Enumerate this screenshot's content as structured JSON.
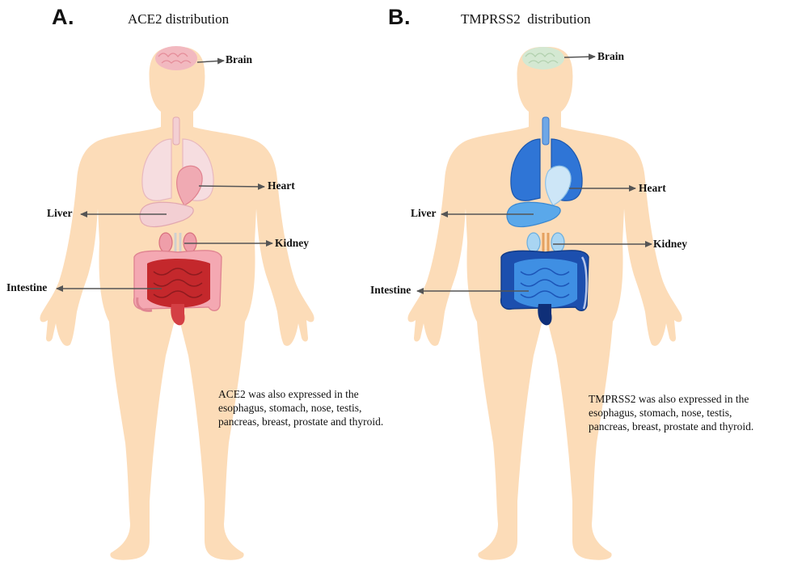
{
  "colors": {
    "body_skin": "#fcdcb8",
    "ace2_organ_dark": "#d83b3b",
    "ace2_organ_light": "#f3cfd3",
    "tmprss2_organ_dark": "#1e5fc4",
    "tmprss2_organ_light": "#b8dcf4",
    "arrow": "#555555"
  },
  "panels": [
    {
      "letter": "A.",
      "title": "ACE2 distribution",
      "labels": {
        "brain": "Brain",
        "heart": "Heart",
        "liver": "Liver",
        "kidney": "Kidney",
        "intestine": "Intestine"
      },
      "note": [
        "ACE2 was also expressed in the",
        "esophagus, stomach, nose, testis,",
        "pancreas, breast, prostate and thyroid."
      ]
    },
    {
      "letter": "B.",
      "title": "TMPRSS2  distribution",
      "labels": {
        "brain": "Brain",
        "heart": "Heart",
        "liver": "Liver",
        "kidney": "Kidney",
        "intestine": "Intestine"
      },
      "note": [
        "TMPRSS2 was also expressed in the",
        "esophagus, stomach, nose, testis,",
        "pancreas, breast, prostate and thyroid."
      ]
    }
  ]
}
